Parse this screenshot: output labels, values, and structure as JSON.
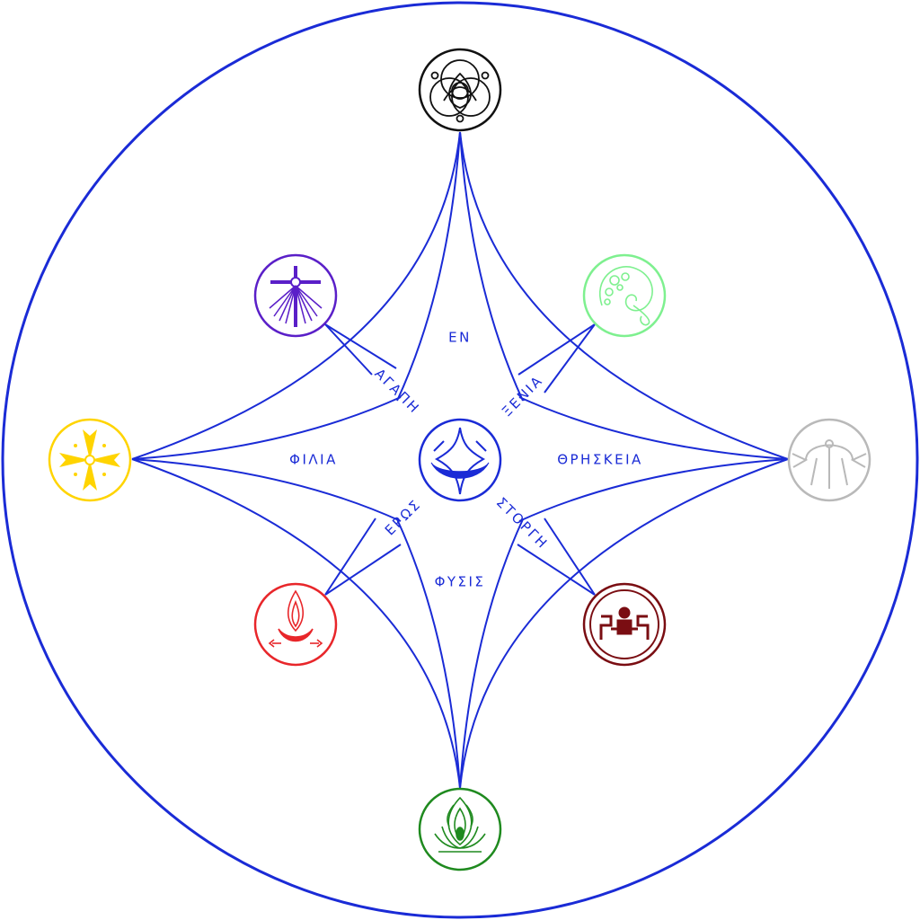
{
  "diagram": {
    "accent_color": "#1a2bd6",
    "labels": {
      "top": "ΕΝ",
      "left": "ΦΙΛΙΑ",
      "right": "ΘΡΗΣΚΕΙΑ",
      "bottom": "ΦΥΣΙΣ",
      "upper_left": "ΑΓΑΠΗ",
      "upper_right": "ΞΕΝΙΑ",
      "lower_left": "ΕΡΩΣ",
      "lower_right": "ΣΤΟΡΓΗ"
    },
    "nodes": [
      {
        "id": "center",
        "icon": "crescent-star-icon",
        "color": "#1a2bd6"
      },
      {
        "id": "top",
        "icon": "triquetra-circles-icon",
        "color": "#111111"
      },
      {
        "id": "upper-left",
        "icon": "radiant-cross-icon",
        "color": "#5a1fc8"
      },
      {
        "id": "upper-right",
        "icon": "spiral-shell-icon",
        "color": "#7ef08f"
      },
      {
        "id": "left",
        "icon": "sun-flower-icon",
        "color": "#ffd400"
      },
      {
        "id": "right",
        "icon": "sun-dial-icon",
        "color": "#b9b9b9"
      },
      {
        "id": "lower-left",
        "icon": "flame-crescent-icon",
        "color": "#e8262a"
      },
      {
        "id": "lower-right",
        "icon": "figure-meander-icon",
        "color": "#7a0d12"
      },
      {
        "id": "bottom",
        "icon": "lotus-flame-icon",
        "color": "#1f8a1f"
      }
    ]
  }
}
